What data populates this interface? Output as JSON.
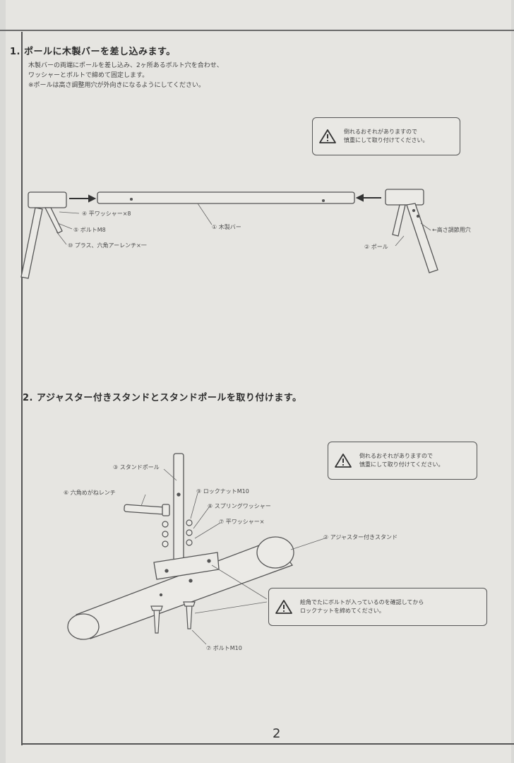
{
  "step1": {
    "title": "1. ポールに木製バーを差し込みます。",
    "lines": [
      "木製バーの両端にポールを差し込み、2ヶ所あるボルト穴を合わせ、",
      "ワッシャーとボルトで締めて固定します。",
      "※ポールは高さ調整用穴が外向きになるようにしてください。"
    ],
    "caution": [
      "倒れるおそれがありますので",
      "慎重にして取り付けてください。"
    ],
    "labels": {
      "washer": "④ 平ワッシャー×8",
      "bolt": "⑤ ボルトM8",
      "wrench": "⑩ プラス、六角アーレンチ×一",
      "bar": "① 木製バー",
      "height_hole": "←高さ調節用穴",
      "pole": "② ポール"
    }
  },
  "step2": {
    "title": "2. アジャスター付きスタンドとスタンドポールを取り付けます。",
    "caution_top": [
      "倒れるおそれがありますので",
      "慎重にして取り付けてください。"
    ],
    "caution_bottom": [
      "絵角でたにボルトが入っているのを確認してから",
      "ロックナットを締めてください。"
    ],
    "labels": {
      "stand_pole": "③ スタンドポール",
      "hex_wrench": "⑥ 六角めがねレンチ",
      "lock_nut": "⑨ ロックナットM10",
      "spring_washer": "⑧ スプリングワッシャー",
      "flat_washer": "⑦ 平ワッシャー×",
      "adjuster_stand": "② アジャスター付きスタンド",
      "bolt": "⑦ ボルトM10"
    }
  },
  "page_number": "2",
  "icons": {
    "warning": "warning-triangle-icon"
  }
}
